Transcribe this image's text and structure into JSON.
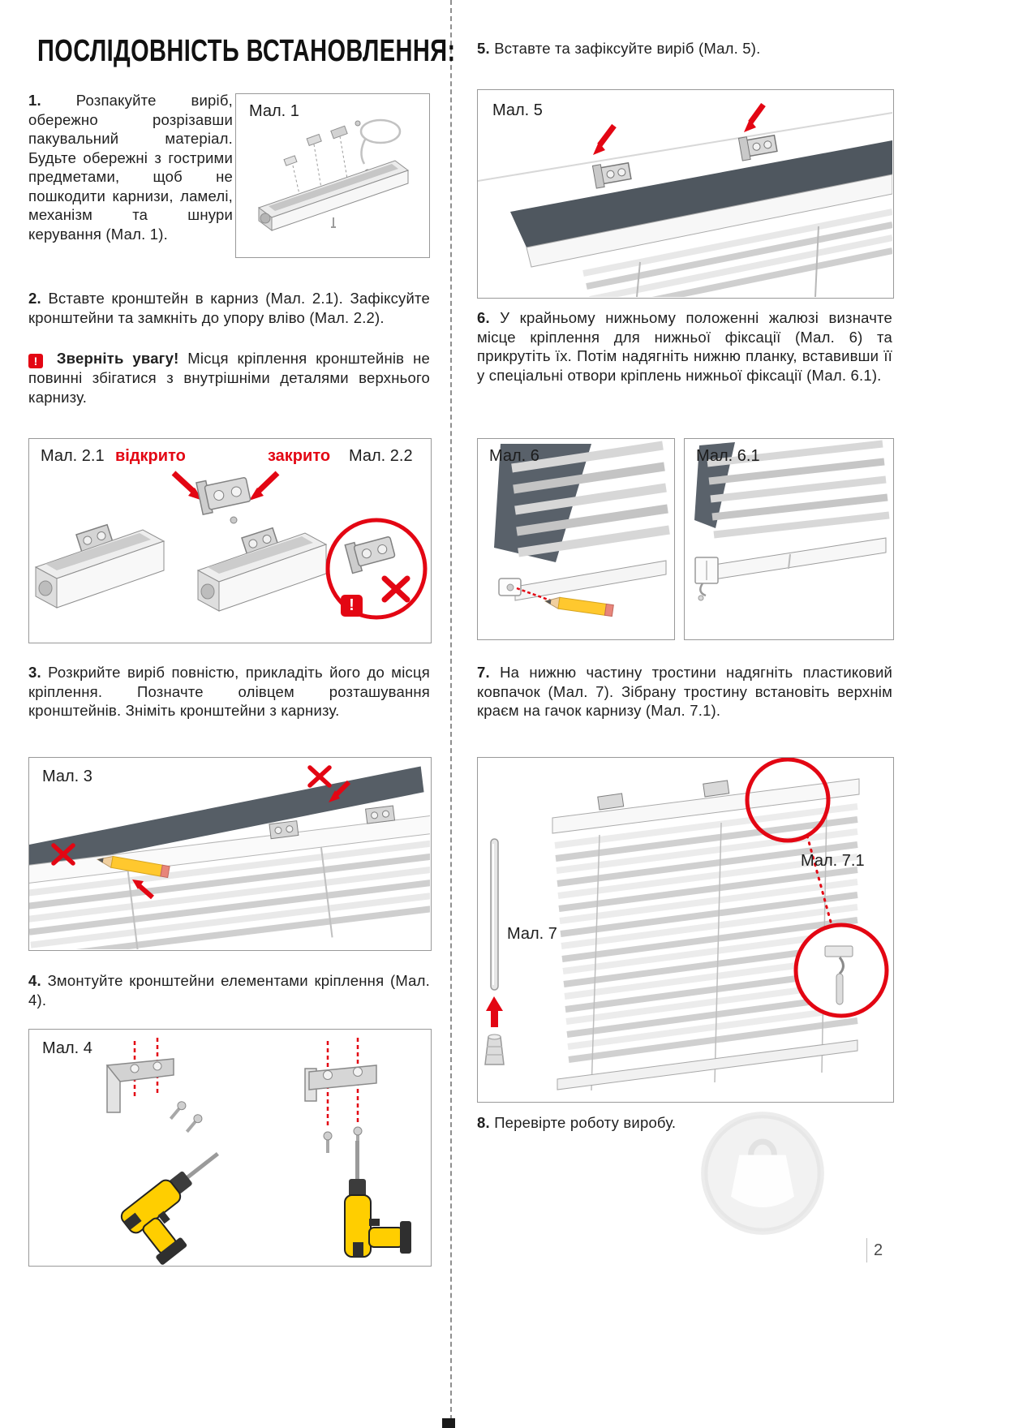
{
  "title": "ПОСЛІДОВНІСТЬ ВСТАНОВЛЕННЯ:",
  "page_number": "2",
  "marks": {
    "exclam": "!"
  },
  "colors": {
    "accent_red": "#e30613",
    "text": "#1d1d1d",
    "figure_border": "#999999",
    "dark_panel": "#565e66"
  },
  "steps": {
    "s1": {
      "num": "1.",
      "text": "Розпакуйте виріб, обережно розрізавши пакувальний матеріал. Будьте обережні з гострими предметами, щоб не пошкодити карнизи, ламелі, механізм та шнури керування (Мал. 1)."
    },
    "s2": {
      "num": "2.",
      "text": "Вставте кронштейн в карниз (Мал. 2.1). Зафіксуйте кронштейни та замкніть до упору вліво (Мал. 2.2).",
      "warn_title": "Зверніть увагу!",
      "warn_text": "Місця кріплення кронштейнів не повинні збігатися з внутрішніми деталями верхнього карнизу."
    },
    "s3": {
      "num": "3.",
      "text": "Розкрийте виріб повністю, прикладіть його до місця кріплення. Позначте олівцем розташування кронштейнів. Зніміть кронштейни з карнизу."
    },
    "s4": {
      "num": "4.",
      "text": "Змонтуйте кронштейни елементами кріплення (Мал. 4)."
    },
    "s5": {
      "num": "5.",
      "text": "Вставте та зафіксуйте виріб (Мал. 5)."
    },
    "s6": {
      "num": "6.",
      "text": "У крайньому нижньому положенні жалюзі визначте місце кріплення для нижньої фіксації (Мал. 6) та прикрутіть їх. Потім надягніть нижню планку, вставивши її у спеціальні отвори кріплень нижньої фіксації (Мал. 6.1)."
    },
    "s7": {
      "num": "7.",
      "text": "На нижню частину тростини надягніть пластиковий ковпачок (Мал. 7). Зібрану тростину встановіть верхнім краєм на гачок карнизу (Мал. 7.1)."
    },
    "s8": {
      "num": "8.",
      "text": "Перевірте роботу виробу."
    }
  },
  "figures": {
    "f1": {
      "label": "Мал. 1"
    },
    "f2": {
      "label_left": "Мал. 2.1",
      "open": "відкрито",
      "closed": "закрито",
      "label_right": "Мал. 2.2"
    },
    "f3": {
      "label": "Мал. 3"
    },
    "f4": {
      "label": "Мал. 4"
    },
    "f5": {
      "label": "Мал. 5"
    },
    "f6": {
      "label": "Мал. 6"
    },
    "f6_1": {
      "label": "Мал. 6.1"
    },
    "f7": {
      "label": "Мал. 7",
      "label_detail": "Мал. 7.1"
    }
  }
}
